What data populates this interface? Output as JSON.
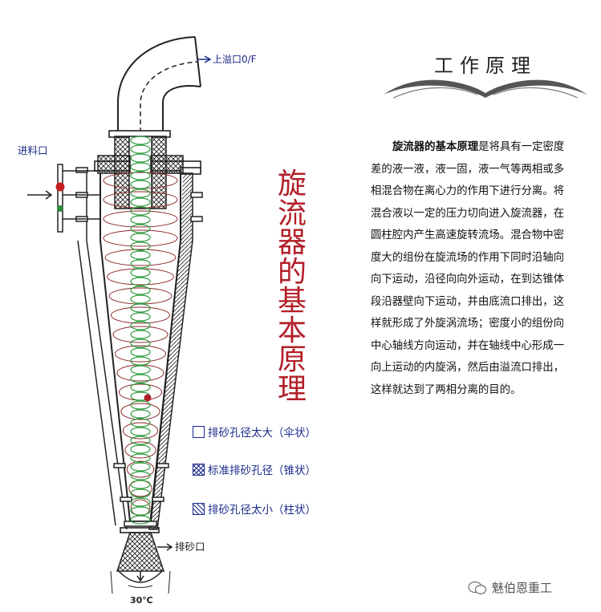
{
  "diagram": {
    "overflow_label": "上溢口0/F",
    "inlet_label": "进料口",
    "sand_outlet_label": "排砂口",
    "angle_label": "30℃"
  },
  "vertical_title": [
    "旋",
    "流",
    "器",
    "的",
    "基",
    "本",
    "原",
    "理"
  ],
  "legend": [
    {
      "label": "排砂孔径太大（伞状）",
      "pattern": "plain"
    },
    {
      "label": "标准排砂孔径（锥状）",
      "pattern": "cross-hatch"
    },
    {
      "label": "排砂孔径太小（柱状）",
      "pattern": "diagonal-hatch"
    }
  ],
  "header": {
    "title": "工作原理"
  },
  "description": {
    "lead": "旋流器的基本原理",
    "text": "是将具有一定密度差的液一液，液一固，液一气等两相或多相混合物在离心力的作用下进行分离。将混合液以一定的压力切向进入旋流器，在圆柱腔内产生高速旋转流场。混合物中密度大的组份在旋流场的作用下同时沿轴向向下运动，沿径向向外运动，在到达锥体段沿器壁向下运动，并由底流口排出，这样就形成了外旋涡流场；密度小的组份向中心轴线方向运动，并在轴线中心形成一向上运动的内旋涡，然后由溢流口排出，这样就达到了两相分离的目的。"
  },
  "watermark": {
    "text": "魅伯恩重工"
  },
  "colors": {
    "title_red": "#b21e28",
    "label_blue": "#1a2a8a",
    "outer_spiral": "#8b2a2a",
    "inner_spiral": "#2e9a3e"
  }
}
